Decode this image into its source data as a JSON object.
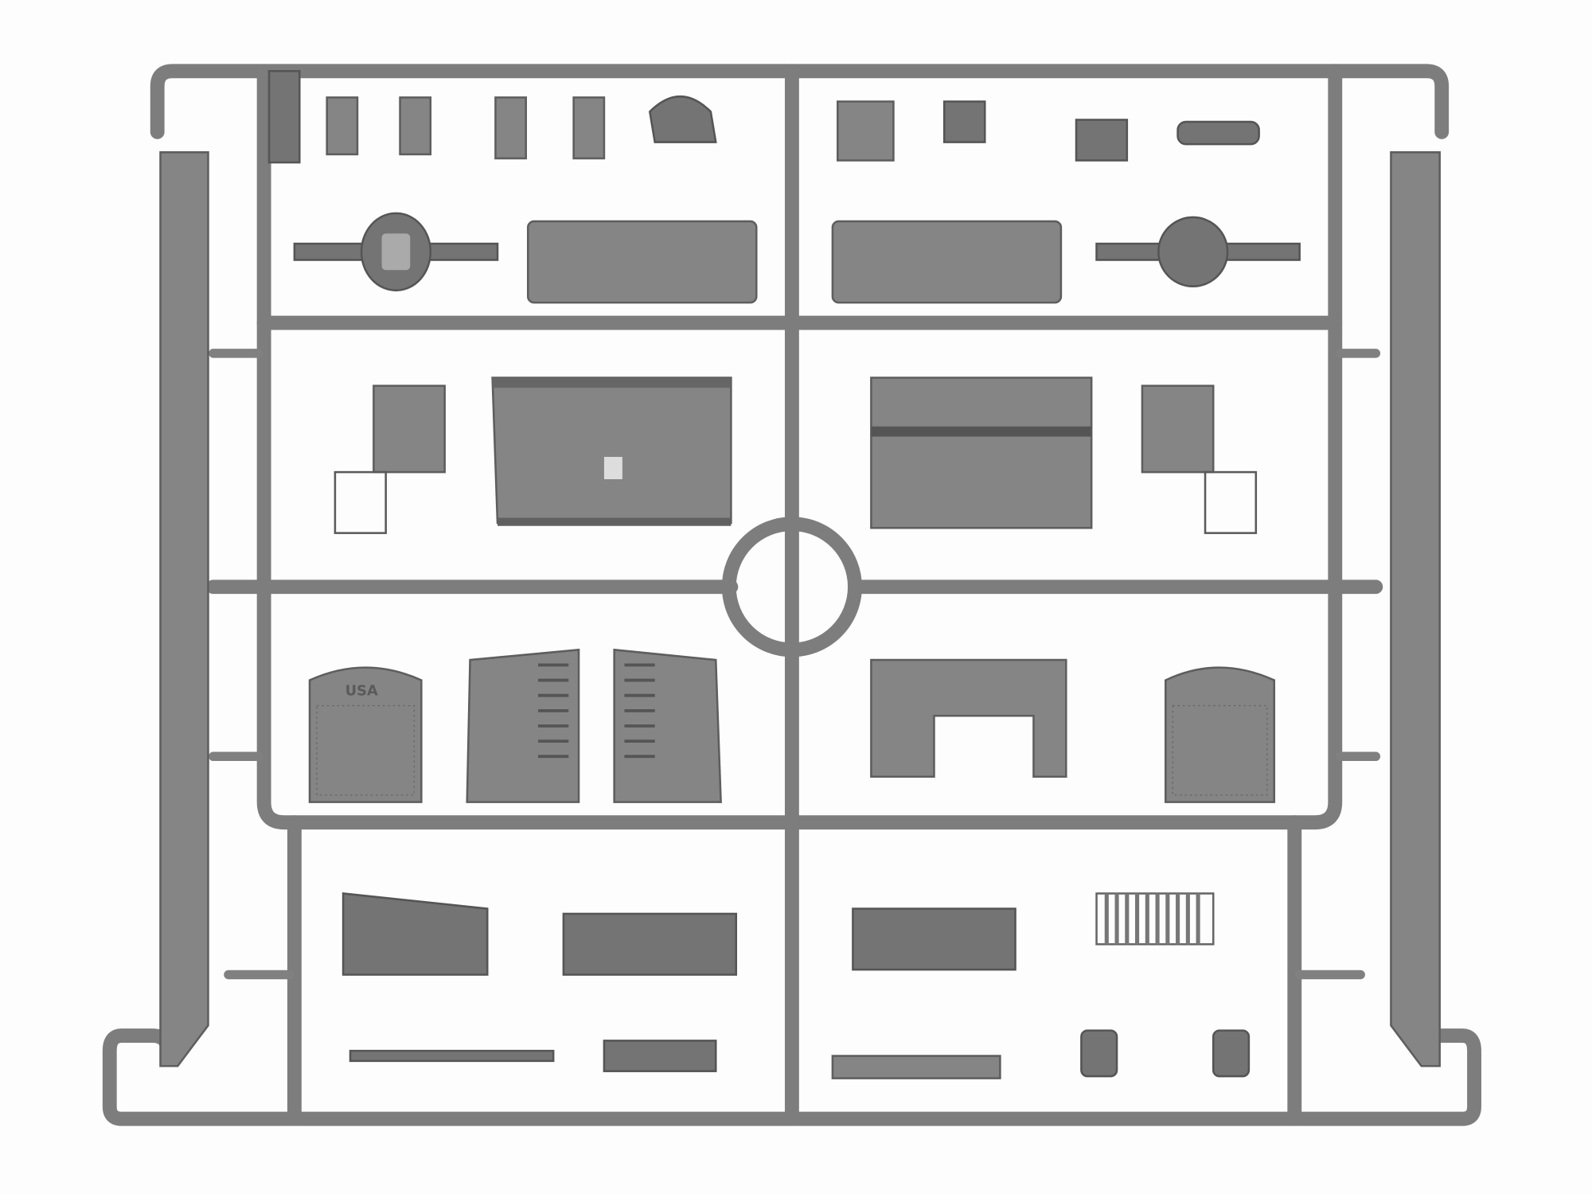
{
  "image": {
    "subject": "Plastic model kit sprue with gray injection-molded truck parts",
    "background_color": "#fdfdfd",
    "plastic_color": "#858585"
  },
  "labels": {
    "radiator_emboss": "USA"
  },
  "parts": [
    {
      "name": "seat-cushion-left",
      "region": "upper-left"
    },
    {
      "name": "seat-cushion-right",
      "region": "upper-right"
    },
    {
      "name": "rear-axle-left",
      "region": "upper-left"
    },
    {
      "name": "rear-axle-right",
      "region": "upper-right"
    },
    {
      "name": "firewall-panel-left",
      "region": "middle-left"
    },
    {
      "name": "firewall-panel-right",
      "region": "middle-right"
    },
    {
      "name": "radiator-left",
      "region": "lower-left"
    },
    {
      "name": "radiator-right",
      "region": "lower-right"
    },
    {
      "name": "hood-side-louvered-a",
      "region": "lower-left"
    },
    {
      "name": "hood-side-louvered-b",
      "region": "lower-left"
    },
    {
      "name": "dashboard-panel",
      "region": "lower-right"
    },
    {
      "name": "oil-pan",
      "region": "bottom-left"
    },
    {
      "name": "engine-block-left",
      "region": "bottom-left"
    },
    {
      "name": "engine-block-right",
      "region": "bottom-right"
    },
    {
      "name": "grille",
      "region": "bottom-right"
    },
    {
      "name": "front-axle",
      "region": "bottom-left"
    },
    {
      "name": "bumper-bar",
      "region": "bottom-center"
    },
    {
      "name": "chassis-rail-left",
      "region": "left-edge"
    },
    {
      "name": "chassis-rail-right",
      "region": "right-edge"
    }
  ]
}
